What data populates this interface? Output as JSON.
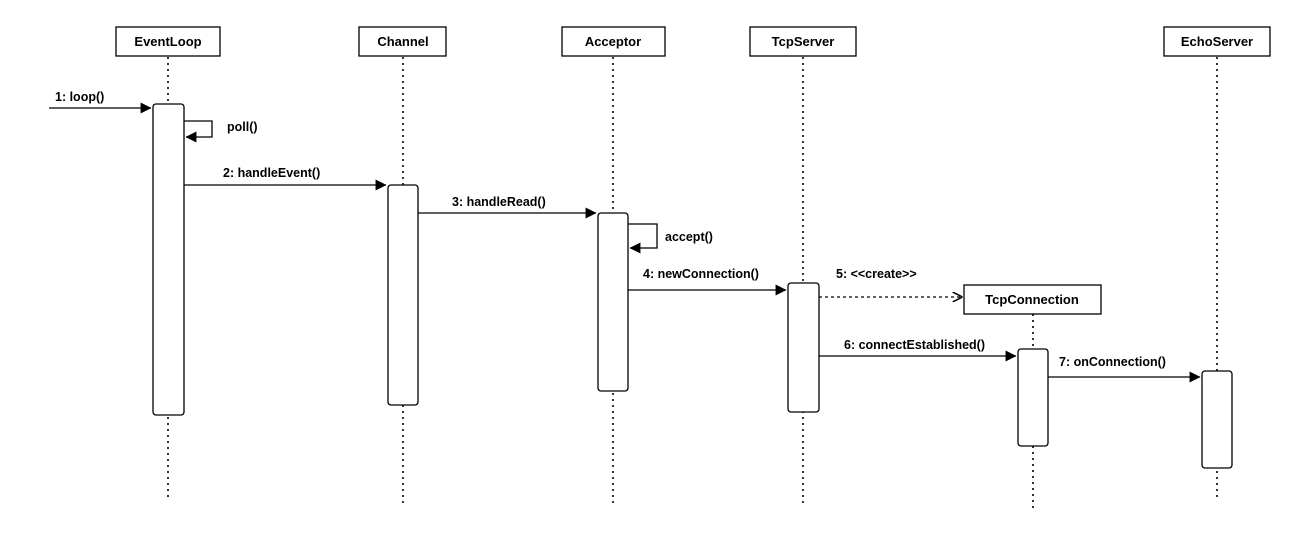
{
  "diagram": {
    "type": "sequence-diagram",
    "participants": [
      {
        "id": "eventloop",
        "label": "EventLoop"
      },
      {
        "id": "channel",
        "label": "Channel"
      },
      {
        "id": "acceptor",
        "label": "Acceptor"
      },
      {
        "id": "tcpserver",
        "label": "TcpServer"
      },
      {
        "id": "tcpconnection",
        "label": "TcpConnection"
      },
      {
        "id": "echoserver",
        "label": "EchoServer"
      }
    ],
    "messages": [
      {
        "id": "m1",
        "label": "1:  loop()"
      },
      {
        "id": "m-poll",
        "label": "poll()"
      },
      {
        "id": "m2",
        "label": "2:  handleEvent()"
      },
      {
        "id": "m3",
        "label": "3:  handleRead()"
      },
      {
        "id": "m-accept",
        "label": "accept()"
      },
      {
        "id": "m4",
        "label": "4:  newConnection()"
      },
      {
        "id": "m5",
        "label": "5:  <<create>>"
      },
      {
        "id": "m6",
        "label": "6:  connectEstablished()"
      },
      {
        "id": "m7",
        "label": "7:  onConnection()"
      }
    ]
  }
}
